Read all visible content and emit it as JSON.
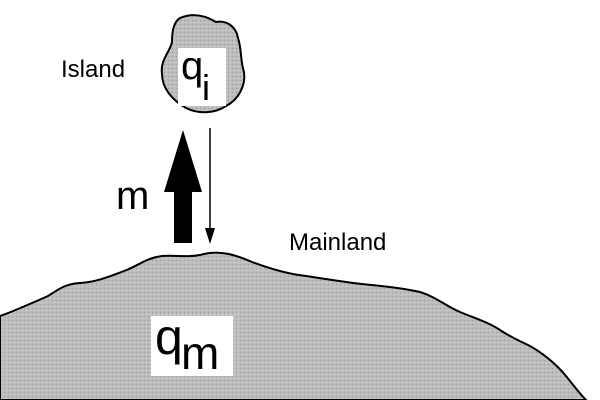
{
  "island": {
    "label": "Island",
    "symbol": "q",
    "subscript": "i"
  },
  "mainland": {
    "label": "Mainland",
    "symbol": "q",
    "subscript": "m"
  },
  "migration": {
    "label": "m"
  },
  "colors": {
    "land_fill": "#bcbcbc",
    "outline": "#000000",
    "background": "#ffffff"
  }
}
